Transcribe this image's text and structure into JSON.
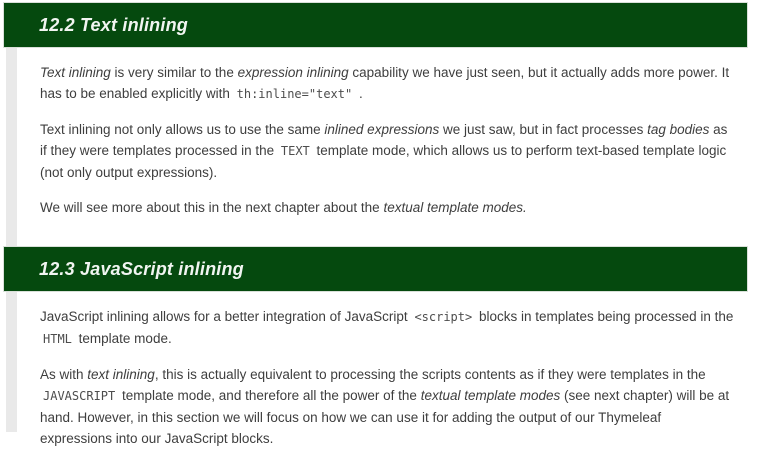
{
  "page": {
    "colors": {
      "header_bg": "#05490e",
      "header_text": "#f1f5f1",
      "body_text": "#3e3e3e",
      "code_text": "#4d4d4d",
      "left_strip": "#e9e9e9"
    },
    "sections": [
      {
        "heading": "12.2 Text inlining",
        "paragraphs": [
          [
            {
              "t": "em",
              "s": "Text inlining"
            },
            {
              "t": "text",
              "s": " is very similar to the "
            },
            {
              "t": "em",
              "s": "expression inlining"
            },
            {
              "t": "text",
              "s": " capability we have just seen, but it actually adds more power. It has to be enabled explicitly with "
            },
            {
              "t": "code",
              "s": "th:inline=\"text\""
            },
            {
              "t": "text",
              "s": " ."
            }
          ],
          [
            {
              "t": "text",
              "s": "Text inlining not only allows us to use the same "
            },
            {
              "t": "em",
              "s": "inlined expressions"
            },
            {
              "t": "text",
              "s": " we just saw, but in fact processes "
            },
            {
              "t": "em",
              "s": "tag bodies"
            },
            {
              "t": "text",
              "s": " as if they were templates processed in the "
            },
            {
              "t": "code",
              "s": "TEXT"
            },
            {
              "t": "text",
              "s": " template mode, which allows us to perform text-based template logic (not only output expressions)."
            }
          ],
          [
            {
              "t": "text",
              "s": "We will see more about this in the next chapter about the "
            },
            {
              "t": "em",
              "s": "textual template modes."
            }
          ]
        ]
      },
      {
        "heading": "12.3 JavaScript inlining",
        "paragraphs": [
          [
            {
              "t": "text",
              "s": "JavaScript inlining allows for a better integration of JavaScript "
            },
            {
              "t": "code",
              "s": "<script>"
            },
            {
              "t": "text",
              "s": " blocks in templates being processed in the "
            },
            {
              "t": "code",
              "s": "HTML"
            },
            {
              "t": "text",
              "s": " template mode."
            }
          ],
          [
            {
              "t": "text",
              "s": "As with "
            },
            {
              "t": "em",
              "s": "text inlining"
            },
            {
              "t": "text",
              "s": ", this is actually equivalent to processing the scripts contents as if they were templates in the "
            },
            {
              "t": "code",
              "s": "JAVASCRIPT"
            },
            {
              "t": "text",
              "s": " template mode, and therefore all the power of the "
            },
            {
              "t": "em",
              "s": "textual template modes"
            },
            {
              "t": "text",
              "s": " (see next chapter) will be at hand. However, in this section we will focus on how we can use it for adding the output of our Thymeleaf expressions into our JavaScript blocks."
            }
          ]
        ]
      }
    ]
  }
}
